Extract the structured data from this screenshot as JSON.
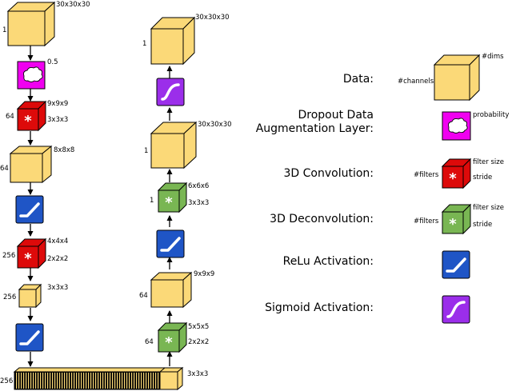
{
  "colors": {
    "data": "#fbd978",
    "dropout": "#f000f0",
    "conv": "#dd0a0a",
    "deconv": "#79b653",
    "relu": "#1f55c6",
    "sigmoid": "#9b2eea",
    "outline": "#000000"
  },
  "icons": {
    "data": "cube-icon",
    "dropout": "cloud-icon",
    "conv": "asterisk-icon",
    "deconv": "asterisk-icon",
    "relu": "relu-curve-icon",
    "sigmoid": "sigmoid-curve-icon",
    "arrow": "arrow-icon"
  },
  "encoder": {
    "input": {
      "channels": "1",
      "dims": "30x30x30"
    },
    "dropout": {
      "probability": "0.5"
    },
    "conv1": {
      "filters": "64",
      "filter_size": "9x9x9",
      "stride": "3x3x3"
    },
    "feat1": {
      "channels": "64",
      "dims": "8x8x8"
    },
    "conv2": {
      "filters": "256",
      "filter_size": "4x4x4",
      "stride": "2x2x2"
    },
    "feat2": {
      "channels": "256",
      "dims": "3x3x3"
    },
    "latent": {
      "channels": "256",
      "dims": "3x3x3"
    }
  },
  "decoder": {
    "deconv1": {
      "filters": "64",
      "filter_size": "5x5x5",
      "stride": "2x2x2"
    },
    "feat1": {
      "channels": "64",
      "dims": "9x9x9"
    },
    "deconv2": {
      "filters": "1",
      "filter_size": "6x6x6",
      "stride": "3x3x3"
    },
    "feat2": {
      "channels": "1",
      "dims": "30x30x30"
    },
    "output": {
      "channels": "1",
      "dims": "30x30x30"
    }
  },
  "legend": {
    "data": {
      "label": "Data:",
      "channels_label": "#channels",
      "dims_label": "#dims"
    },
    "dropout": {
      "label_line1": "Dropout Data",
      "label_line2": "Augmentation Layer:",
      "param_label": "probability"
    },
    "conv3d": {
      "label": "3D Convolution:",
      "filters_label": "#filters",
      "size_label": "filter size",
      "stride_label": "stride"
    },
    "deconv3d": {
      "label": "3D Deconvolution:",
      "filters_label": "#filters",
      "size_label": "filter size",
      "stride_label": "stride"
    },
    "relu": {
      "label": "ReLu Activation:"
    },
    "sigmoid": {
      "label": "Sigmoid Activation:"
    }
  }
}
